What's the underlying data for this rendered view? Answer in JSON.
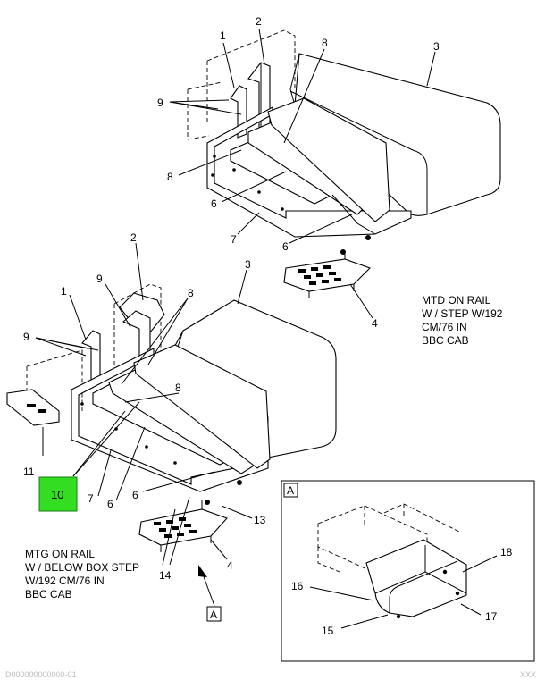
{
  "callouts_upper": [
    "1",
    "2",
    "3",
    "8",
    "9",
    "8",
    "6",
    "6",
    "7",
    "4"
  ],
  "callouts_lower": [
    "2",
    "3",
    "1",
    "9",
    "8",
    "9",
    "8",
    "11",
    "7",
    "6",
    "6",
    "13",
    "14",
    "4"
  ],
  "highlight": {
    "label": "10",
    "color": "#33dd22"
  },
  "note_upper": [
    "MTD ON RAIL",
    "W / STEP W/192",
    "CM/76 IN",
    "BBC CAB"
  ],
  "note_lower": [
    "MTG ON RAIL",
    "W / BELOW BOX STEP",
    "W/192 CM/76 IN",
    "BBC CAB"
  ],
  "view_ref": "A",
  "detail": {
    "tag": "A",
    "callouts": [
      "18",
      "16",
      "17",
      "15"
    ]
  },
  "footer_left": "D000000000000-01",
  "footer_right": "XXX"
}
